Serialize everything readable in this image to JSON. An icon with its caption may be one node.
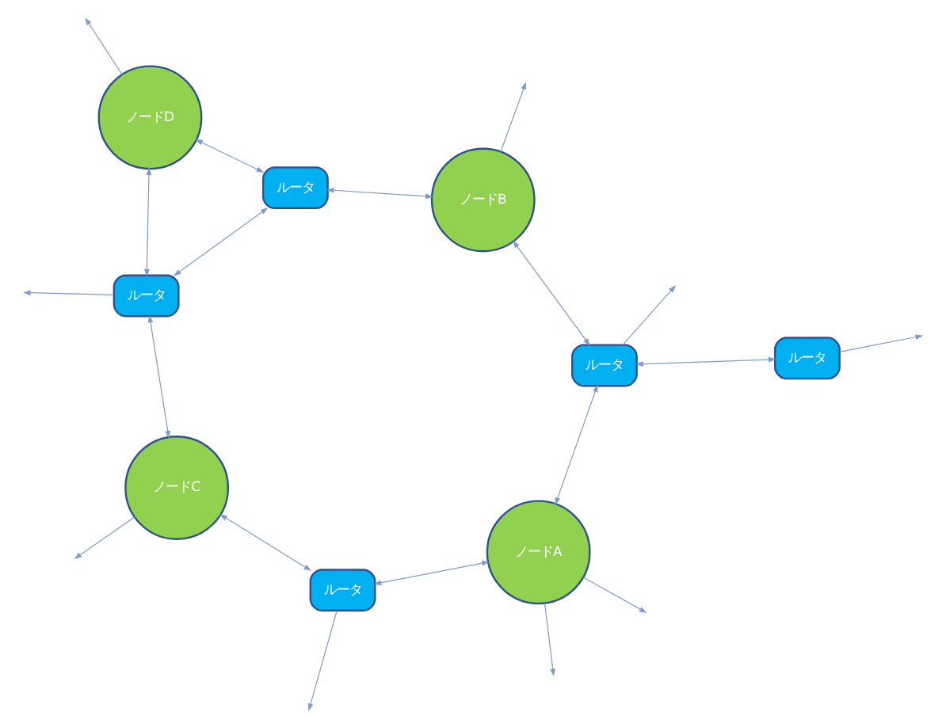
{
  "diagram": {
    "nodes": [
      {
        "text": [
          "ノードA"
        ]
      },
      {
        "text": [
          "ルータ"
        ]
      },
      {
        "text": [
          "ルータ"
        ]
      },
      {
        "text": [
          "ノードB"
        ]
      },
      {
        "text": [
          "ルータ"
        ]
      },
      {
        "text": [
          "ルータ"
        ]
      },
      {
        "text": [
          "ノードC"
        ]
      },
      {
        "text": [
          "ルータ"
        ]
      },
      {
        "text": [
          "ノードD"
        ]
      }
    ],
    "edges": [
      {
        "from": 0,
        "to": 1,
        "arrow": "both"
      },
      {
        "from": 1,
        "to": 2,
        "arrow": "both"
      },
      {
        "from": 1,
        "to": 3,
        "arrow": "both"
      },
      {
        "from": 0,
        "to": 4,
        "arrow": "both"
      },
      {
        "from": 4,
        "to": 6,
        "arrow": "both"
      },
      {
        "from": 3,
        "to": 5,
        "arrow": "both"
      },
      {
        "from": 5,
        "to": 7,
        "arrow": "both"
      },
      {
        "from": 5,
        "to": 8,
        "arrow": "both"
      },
      {
        "from": 6,
        "to": 7,
        "arrow": "both"
      },
      {
        "from": 7,
        "to": 8,
        "arrow": "both"
      },
      {
        "from": 0,
        "to": null,
        "arrow": "to"
      },
      {
        "from": 0,
        "to": null,
        "arrow": "to"
      },
      {
        "from": 1,
        "to": null,
        "arrow": "to"
      },
      {
        "from": 2,
        "to": null,
        "arrow": "to"
      },
      {
        "from": 3,
        "to": null,
        "arrow": "to"
      },
      {
        "from": 4,
        "to": null,
        "arrow": "to"
      },
      {
        "from": 6,
        "to": null,
        "arrow": "to"
      },
      {
        "from": 7,
        "to": null,
        "arrow": "to"
      },
      {
        "from": 8,
        "to": null,
        "arrow": "to"
      }
    ]
  }
}
